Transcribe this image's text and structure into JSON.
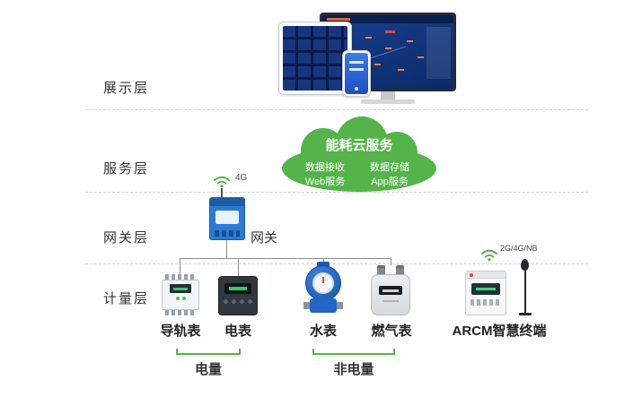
{
  "layers": {
    "display": "展示层",
    "service": "服务层",
    "gateway": "网关层",
    "metering": "计量层"
  },
  "cloud": {
    "title": "能耗云服务",
    "receive": "数据接收",
    "storage": "数据存储",
    "web": "Web服务",
    "app": "App服务"
  },
  "gateway": {
    "label": "网关",
    "wireless": "4G"
  },
  "devices": {
    "rail": "导轨表",
    "electric": "电表",
    "water": "水表",
    "gas": "燃气表",
    "arcm": "ARCM智慧终端",
    "arcm_wireless": "2G/4G/NB"
  },
  "groups": {
    "electric": "电量",
    "non_electric": "非电量"
  },
  "colors": {
    "green": "#54b44a",
    "blue": "#2a7bd4",
    "connector": "#8f8f8f",
    "dashed_line": "#cfcfcf"
  }
}
